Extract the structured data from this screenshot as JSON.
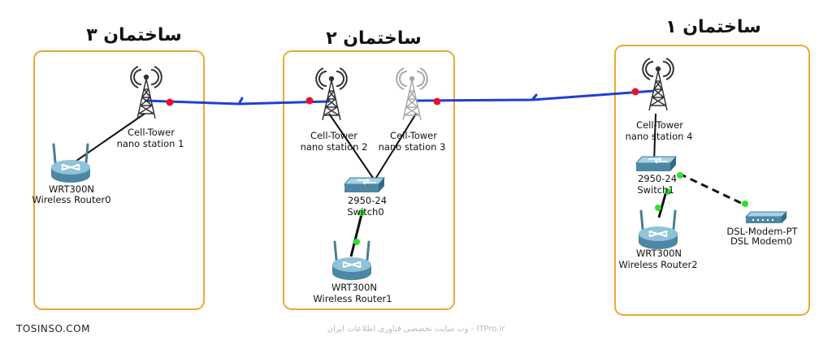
{
  "colors": {
    "area_border": "#eaa936",
    "serial_link": "#1f3fd6",
    "copper_link": "#111111",
    "port_red": "#e8112d",
    "port_green": "#2fe02f"
  },
  "buildings": [
    {
      "id": "b3",
      "title": "ساختمان ۳"
    },
    {
      "id": "b2",
      "title": "ساختمان ۲"
    },
    {
      "id": "b1",
      "title": "ساختمان ۱"
    }
  ],
  "devices": {
    "tower1": {
      "type": "tower-icon",
      "line1": "Cell-Tower",
      "line2": "nano station 1"
    },
    "router0": {
      "type": "router-icon",
      "line1": "WRT300N",
      "line2": "Wireless Router0"
    },
    "tower2": {
      "type": "tower-icon",
      "line1": "Cell-Tower",
      "line2": "nano station 2"
    },
    "tower3": {
      "type": "tower-icon",
      "line1": "Cell-Tower",
      "line2": "nano station 3"
    },
    "switch0": {
      "type": "switch-icon",
      "line1": "2950-24",
      "line2": "Switch0"
    },
    "router1": {
      "type": "router-icon",
      "line1": "WRT300N",
      "line2": "Wireless Router1"
    },
    "tower4": {
      "type": "tower-icon",
      "line1": "Cell-Tower",
      "line2": "nano station 4"
    },
    "switch1": {
      "type": "switch-icon",
      "line1": "2950-24",
      "line2": "Switch1"
    },
    "router2": {
      "type": "router-icon",
      "line1": "WRT300N",
      "line2": "Wireless Router2"
    },
    "modem0": {
      "type": "modem-icon",
      "line1": "DSL-Modem-PT",
      "line2": "DSL Modem0"
    }
  },
  "watermark": {
    "left": "TOSINSO.COM",
    "center": "ITPro.ir - وب سایت تخصصی فناوری اطلاعات ایران"
  }
}
